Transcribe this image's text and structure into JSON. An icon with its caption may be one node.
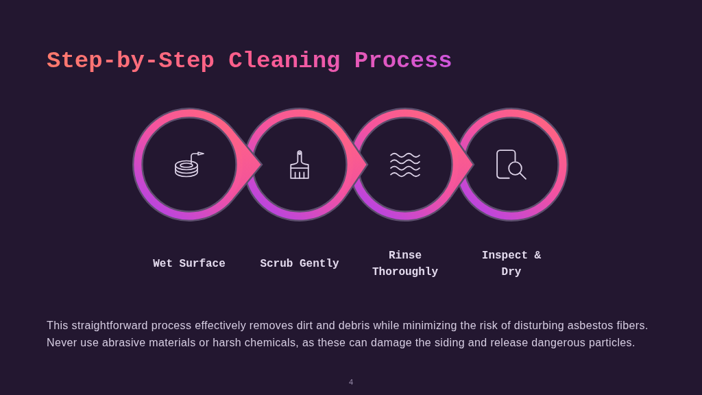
{
  "diagram": {
    "title": "Step-by-Step Cleaning Process",
    "nodes": [
      {
        "text": [
          "Wet Surface"
        ]
      },
      {
        "text": [
          "Scrub Gently"
        ]
      },
      {
        "text": [
          "Rinse Thoroughly"
        ]
      },
      {
        "text": [
          "Inspect & Dry"
        ]
      }
    ],
    "edges": [
      {
        "from": 0,
        "to": 1,
        "arrow": "to"
      },
      {
        "from": 1,
        "to": 2,
        "arrow": "to"
      },
      {
        "from": 2,
        "to": 3,
        "arrow": "to"
      }
    ],
    "labels": [
      "This straightforward process effectively removes dirt and debris while minimizing the risk of disturbing asbestos fibers. Never use abrasive materials or harsh chemicals, as these can damage the siding and release dangerous particles.",
      "4"
    ]
  }
}
